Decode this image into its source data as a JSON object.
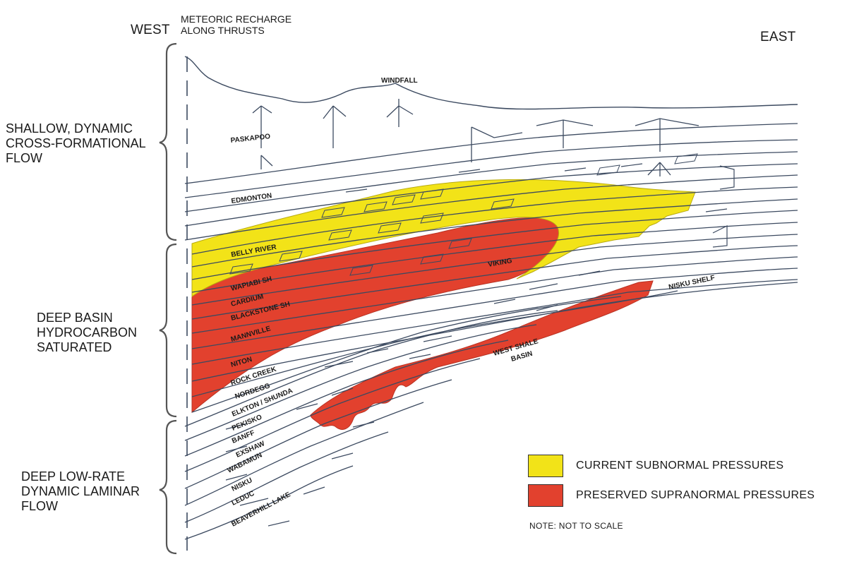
{
  "header": {
    "west": "WEST",
    "recharge_line1": "METEORIC RECHARGE",
    "recharge_line2": "ALONG THRUSTS",
    "east": "EAST"
  },
  "zones": {
    "shallow": [
      "SHALLOW, DYNAMIC",
      "CROSS-FORMATIONAL",
      "FLOW"
    ],
    "deep_basin": [
      "DEEP BASIN",
      "HYDROCARBON",
      "SATURATED"
    ],
    "deep_low": [
      "DEEP LOW-RATE",
      "DYNAMIC LAMINAR",
      "FLOW"
    ]
  },
  "formations": {
    "windfall": "WINDFALL",
    "paskapoo": "PASKAPOO",
    "edmonton": "EDMONTON",
    "belly_river": "BELLY RIVER",
    "viking": "VIKING",
    "wapiabi": "WAPIABI SH",
    "cardium": "CARDIUM",
    "blackstone": "BLACKSTONE SH",
    "mannville": "MANNVILLE",
    "niton": "NITON",
    "rock_creek": "ROCK CREEK",
    "nordegg": "NORDEGG",
    "elkton_shunda": "ELKTON / SHUNDA",
    "pekisko": "PEKISKO",
    "banff": "BANFF",
    "exshaw": "EXSHAW",
    "wabamun": "WABAMUN",
    "nisku": "NISKU",
    "leduc": "LEDUC",
    "beaverhill_lake": "BEAVERHILL LAKE",
    "nisku_shelf": "NISKU SHELF",
    "west_shale_basin_1": "WEST SHALE",
    "west_shale_basin_2": "BASIN"
  },
  "legend": {
    "items": [
      {
        "label": "CURRENT SUBNORMAL PRESSURES",
        "color": "#f2e318"
      },
      {
        "label": "PRESERVED SUPRANORMAL PRESSURES",
        "color": "#e2412e"
      }
    ],
    "note": "NOTE: NOT TO SCALE"
  },
  "colors": {
    "line": "#3c4a60",
    "yellow": "#f2e318",
    "red": "#e2412e",
    "bracket": "#555555"
  }
}
